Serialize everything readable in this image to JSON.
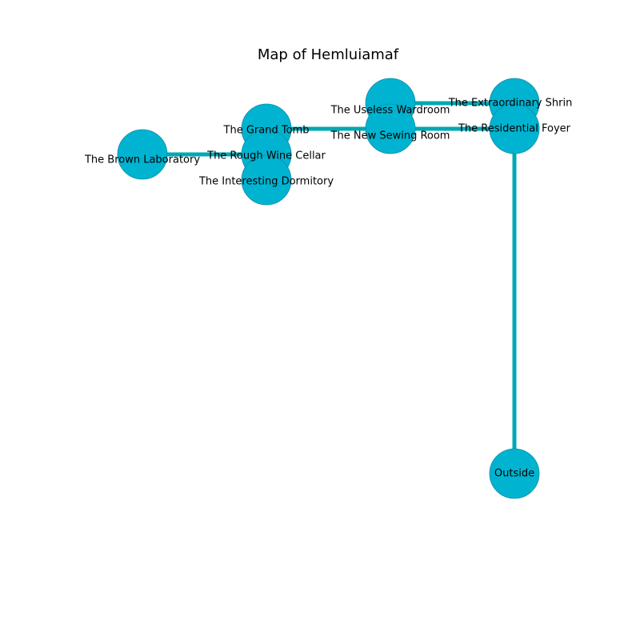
{
  "title": "Map of Hemluiamaf",
  "colors": {
    "node": "#00b4d1",
    "edge": "#00a8b4"
  },
  "nodes": [
    {
      "id": "brown_lab",
      "label": "The Brown Laboratory"
    },
    {
      "id": "grand_tomb",
      "label": "The Grand Tomb"
    },
    {
      "id": "rough_wine",
      "label": "The Rough Wine Cellar"
    },
    {
      "id": "interesting_dorm",
      "label": "The Interesting Dormitory"
    },
    {
      "id": "useless_wardroom",
      "label": "The Useless Wardroom"
    },
    {
      "id": "new_sewing",
      "label": "The New Sewing Room"
    },
    {
      "id": "extraordinary_shrine",
      "label": "The Extraordinary Shrin"
    },
    {
      "id": "residential_foyer",
      "label": "The Residential Foyer"
    },
    {
      "id": "outside",
      "label": "Outside"
    }
  ],
  "edges": [
    {
      "from": "brown_lab",
      "to": "rough_wine"
    },
    {
      "from": "grand_tomb",
      "to": "new_sewing"
    },
    {
      "from": "useless_wardroom",
      "to": "extraordinary_shrine"
    },
    {
      "from": "new_sewing",
      "to": "residential_foyer"
    },
    {
      "from": "residential_foyer",
      "to": "outside"
    }
  ]
}
